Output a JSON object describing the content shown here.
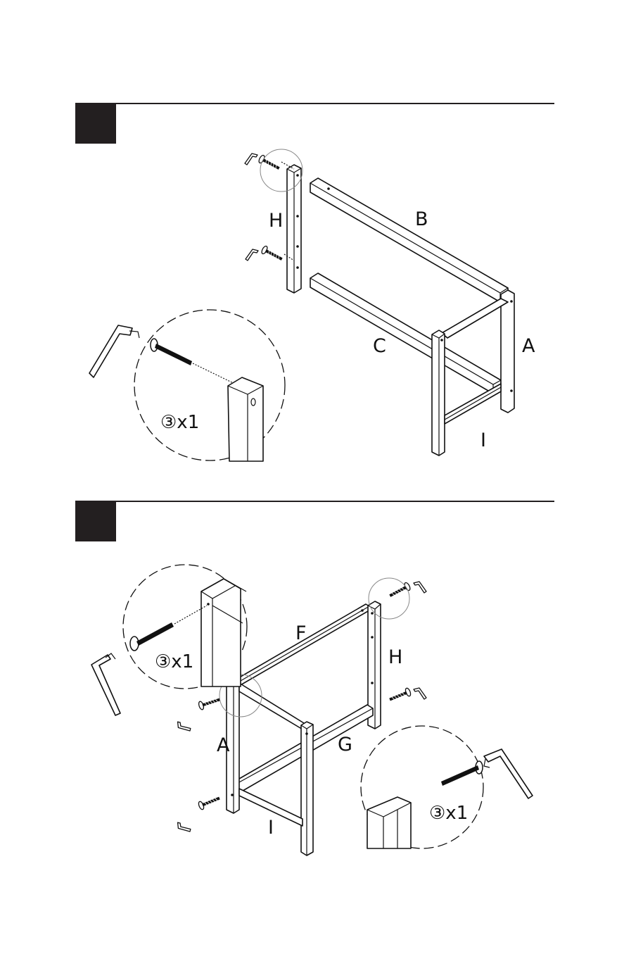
{
  "steps": [
    {
      "labels": {
        "H": "H",
        "B": "B",
        "C": "C",
        "A": "A",
        "I": "I"
      },
      "detail_qty": "③x1"
    },
    {
      "labels": {
        "F": "F",
        "H": "H",
        "A": "A",
        "G": "G",
        "I": "I"
      },
      "detail_qty_left": "③x1",
      "detail_qty_right": "③x1"
    }
  ],
  "icons": [
    "allen-key-icon",
    "bolt-icon"
  ],
  "colors": {
    "ink": "#111111",
    "step_block": "#231f20",
    "background": "#ffffff"
  }
}
